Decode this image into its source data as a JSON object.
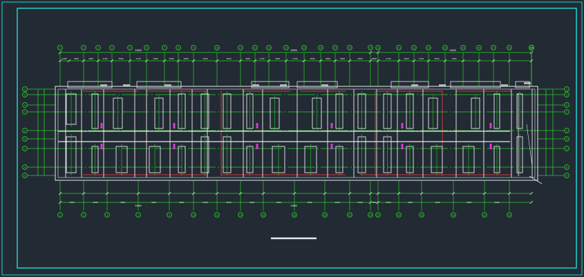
{
  "colors": {
    "background": "#222a33",
    "frame": "#19d6d6",
    "walls": "#e8ecef",
    "columns": "#f2f2f2",
    "axis_lines": "#28d228",
    "red_hatch": "#d23a3a",
    "magenta": "#d63ad6",
    "dim_text": "#e8e8e8",
    "bubble": "#28d228"
  },
  "top_axis_labels": [
    "1",
    "2",
    "3",
    "4",
    "5",
    "6",
    "7",
    "8",
    "9",
    "10",
    "11",
    "12",
    "13",
    "14",
    "15",
    "16",
    "17",
    "18",
    "19",
    "20",
    "21",
    "22",
    "23",
    "24",
    "25",
    "26",
    "27",
    "28",
    "29",
    "30",
    "31",
    "32"
  ],
  "bottom_axis_labels": [
    "1",
    "2",
    "4",
    "7",
    "9",
    "10",
    "12",
    "14",
    "16",
    "18",
    "20",
    "22",
    "24",
    "25",
    "26",
    "28",
    "30",
    "31",
    "32"
  ],
  "left_axis_labels": [
    "J",
    "H",
    "G",
    "F",
    "E",
    "D",
    "C",
    "B",
    "A"
  ],
  "right_axis_labels": [
    "J",
    "H",
    "G",
    "F",
    "E",
    "D",
    "C",
    "B",
    "A"
  ],
  "top_total_labels": [
    "34800",
    "34800",
    "34800"
  ],
  "bottom_total_labels": [
    "34800",
    "34800"
  ],
  "top_segment_labels": [
    "1000",
    "3000",
    "3000",
    "2700",
    "3000",
    "2700",
    "2800",
    "3000",
    "2800",
    "3000",
    "2800",
    "3000",
    "2700",
    "3000",
    "2700",
    "3000",
    "2800",
    "3000",
    "2800",
    "3000",
    "2700",
    "3000",
    "2700",
    "3000",
    "1000"
  ],
  "bottom_segment_labels": [
    "3000",
    "3000",
    "4000",
    "4200",
    "3600",
    "3600",
    "3600",
    "3600",
    "4000",
    "4000",
    "3600",
    "3600",
    "3000",
    "3000",
    "4000",
    "4200",
    "3600",
    "3600"
  ],
  "icons": [
    "axis-bubble-icon"
  ]
}
